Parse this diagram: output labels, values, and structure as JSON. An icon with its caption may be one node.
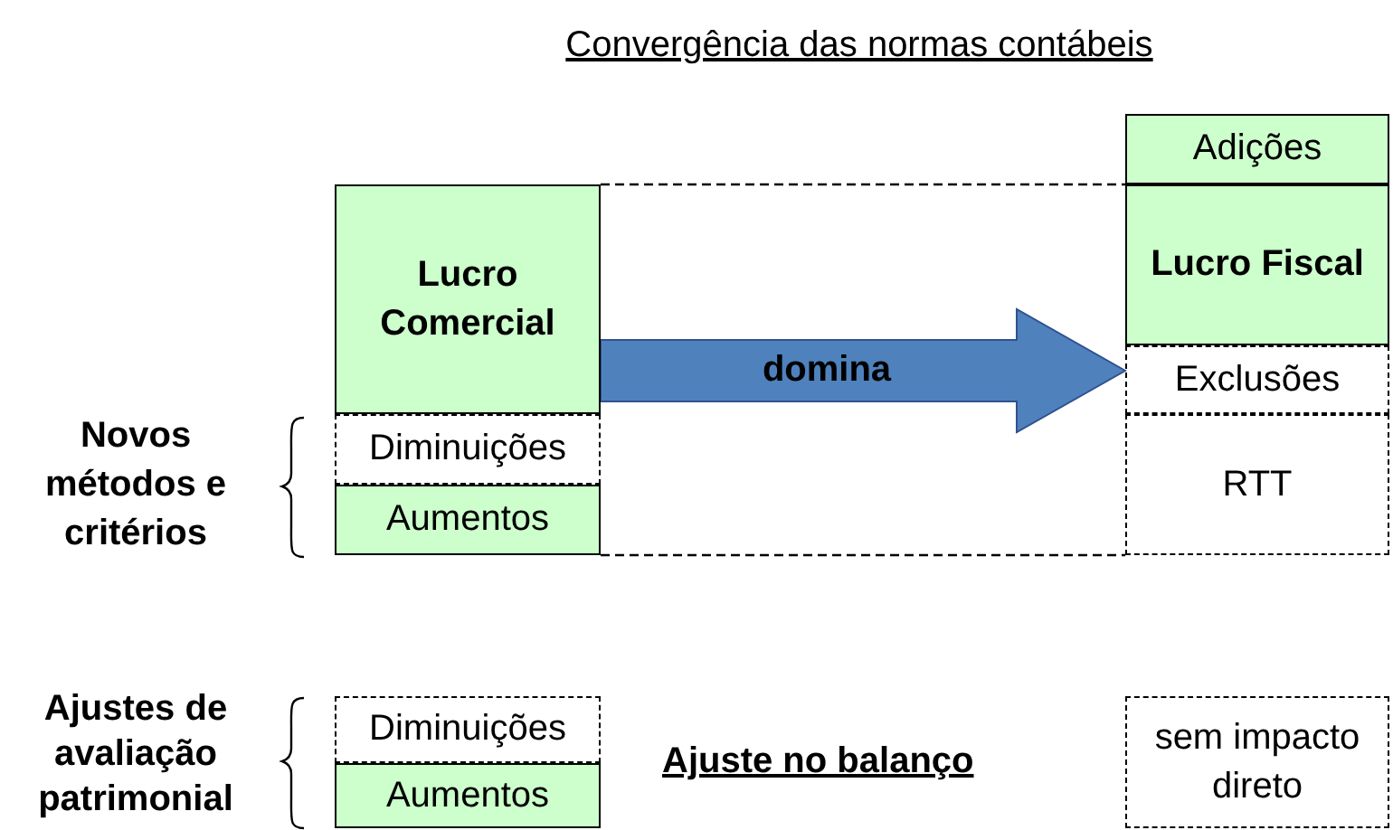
{
  "diagram": {
    "title": "Convergência das normas contábeis",
    "nodes": [
      {
        "text": [
          "Lucro Comercial"
        ]
      },
      {
        "text": [
          "Diminuições"
        ]
      },
      {
        "text": [
          "Aumentos"
        ]
      },
      {
        "text": [
          "Adições"
        ]
      },
      {
        "text": [
          "Lucro Fiscal"
        ]
      },
      {
        "text": [
          "Exclusões"
        ]
      },
      {
        "text": [
          "RTT"
        ]
      },
      {
        "text": [
          "Diminuições"
        ]
      },
      {
        "text": [
          "Aumentos"
        ]
      },
      {
        "text": [
          "sem impacto direto"
        ]
      }
    ],
    "edges": [
      {
        "from": 0,
        "to": 4,
        "arrow": "to",
        "label": "domina",
        "style": "thick",
        "color": "#4f81bd"
      },
      {
        "from": 0,
        "to": 4,
        "arrow": "none",
        "style": "dashed"
      },
      {
        "from": 2,
        "to": 6,
        "arrow": "none",
        "style": "dashed"
      }
    ],
    "labels": [
      "Novos métodos e critérios",
      "Ajustes de avaliação patrimonial",
      "Ajuste no balanço"
    ]
  }
}
